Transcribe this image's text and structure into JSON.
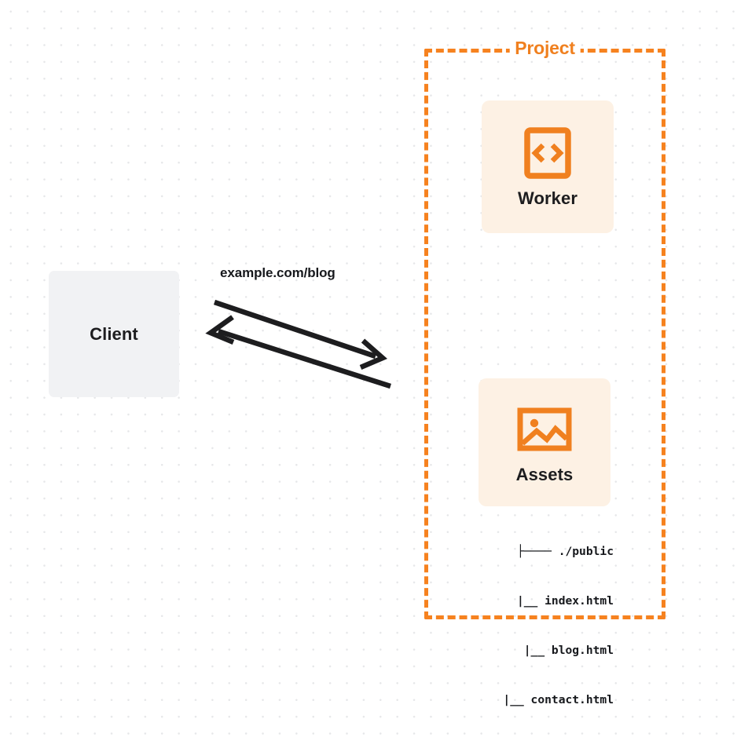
{
  "diagram": {
    "type": "architecture-flow",
    "background": "dotted-grid",
    "colors": {
      "accent_orange": "#f6821f",
      "card_fill": "#fdf1e4",
      "client_fill": "#f1f2f4",
      "text_dark": "#16181c",
      "dot_grid": "#e6e7e9"
    }
  },
  "client": {
    "label": "Client",
    "icon": "client-box-icon"
  },
  "connection": {
    "label": "example.com/blog",
    "request_direction": "client-to-project",
    "response_direction": "project-to-client",
    "arrow_color": "#1d1d1f"
  },
  "project": {
    "title": "Project",
    "border_style": "dashed",
    "nodes": [
      {
        "id": "worker",
        "label": "Worker",
        "icon": "code-brackets-icon"
      },
      {
        "id": "assets",
        "label": "Assets",
        "icon": "image-landscape-icon"
      }
    ],
    "file_tree": {
      "root": "./public",
      "root_connector": "├──",
      "child_connector": "|__",
      "rows": [
        {
          "connector": "├────",
          "name": "./public"
        },
        {
          "connector": "|__",
          "name": "index.html"
        },
        {
          "connector": "|__",
          "name": "blog.html"
        },
        {
          "connector": "|__",
          "name": "contact.html"
        }
      ],
      "files": [
        "index.html",
        "blog.html",
        "contact.html"
      ]
    }
  }
}
